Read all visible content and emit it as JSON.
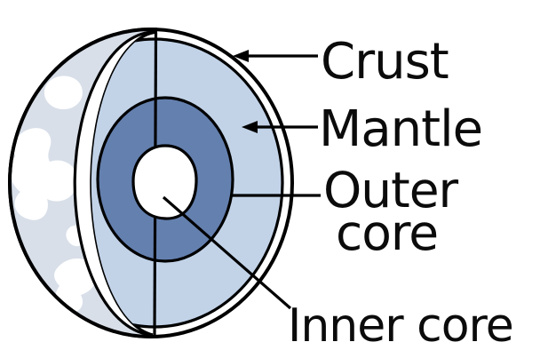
{
  "figure": {
    "type": "earth-layers-cross-section-diagram",
    "labels": {
      "crust": "Crust",
      "mantle": "Mantle",
      "outer_core_line1": "Outer",
      "outer_core_line2": "core",
      "inner_core": "Inner core"
    },
    "colors": {
      "surface": "#d8dfe9",
      "continent": "#ffffff",
      "crust_band": "#ffffff",
      "mantle": "#c2d3e8",
      "outer_core": "#6480af",
      "inner_core": "#ffffff",
      "outline": "#000000",
      "background": "#ffffff"
    }
  }
}
